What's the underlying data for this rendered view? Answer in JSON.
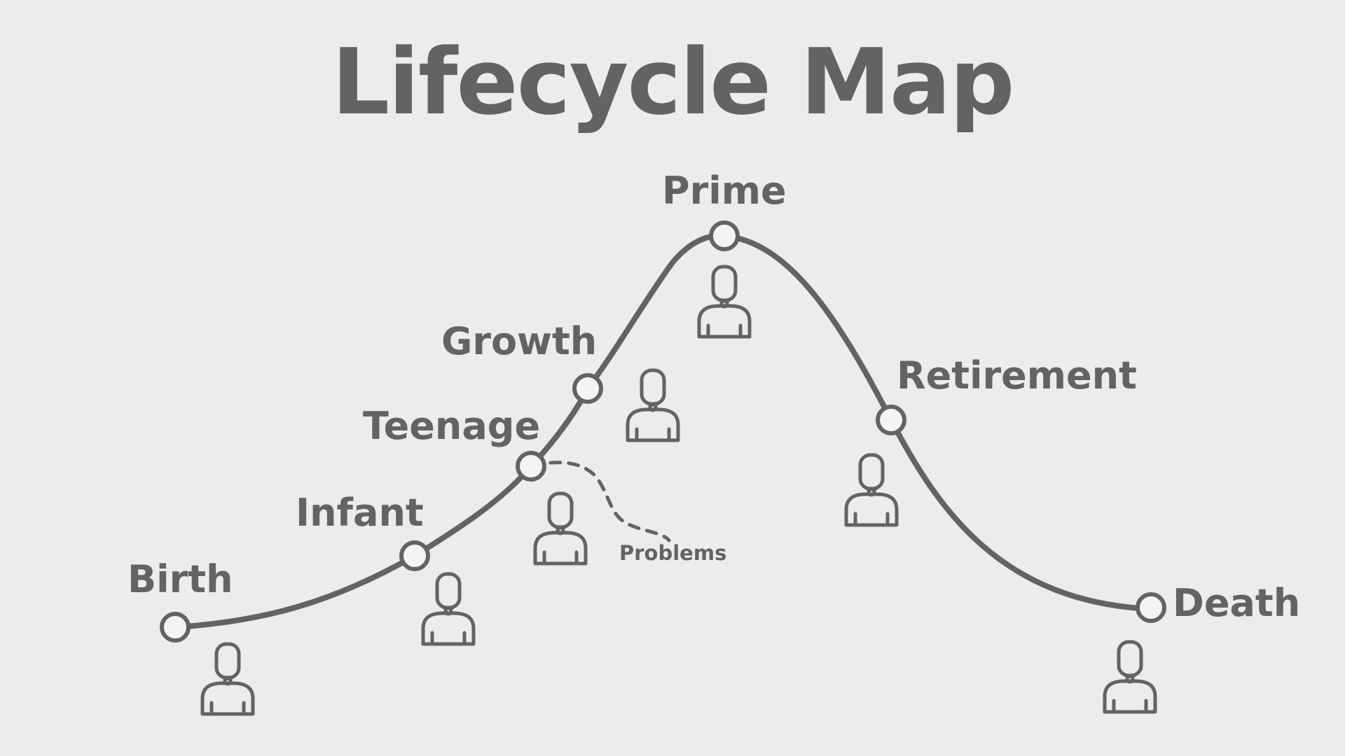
{
  "title": "Lifecycle Map",
  "colors": {
    "background": "#ececec",
    "ink": "#636363",
    "node_fill": "#f4f4f4"
  },
  "stages": [
    {
      "label": "Birth",
      "icon": "person-icon"
    },
    {
      "label": "Infant",
      "icon": "person-icon"
    },
    {
      "label": "Teenage",
      "icon": "person-icon"
    },
    {
      "label": "Growth",
      "icon": "person-icon"
    },
    {
      "label": "Prime",
      "icon": "person-icon"
    },
    {
      "label": "Retirement",
      "icon": "person-icon"
    },
    {
      "label": "Death",
      "icon": "person-icon"
    }
  ],
  "branch": {
    "label": "Problems",
    "style": "dashed"
  }
}
